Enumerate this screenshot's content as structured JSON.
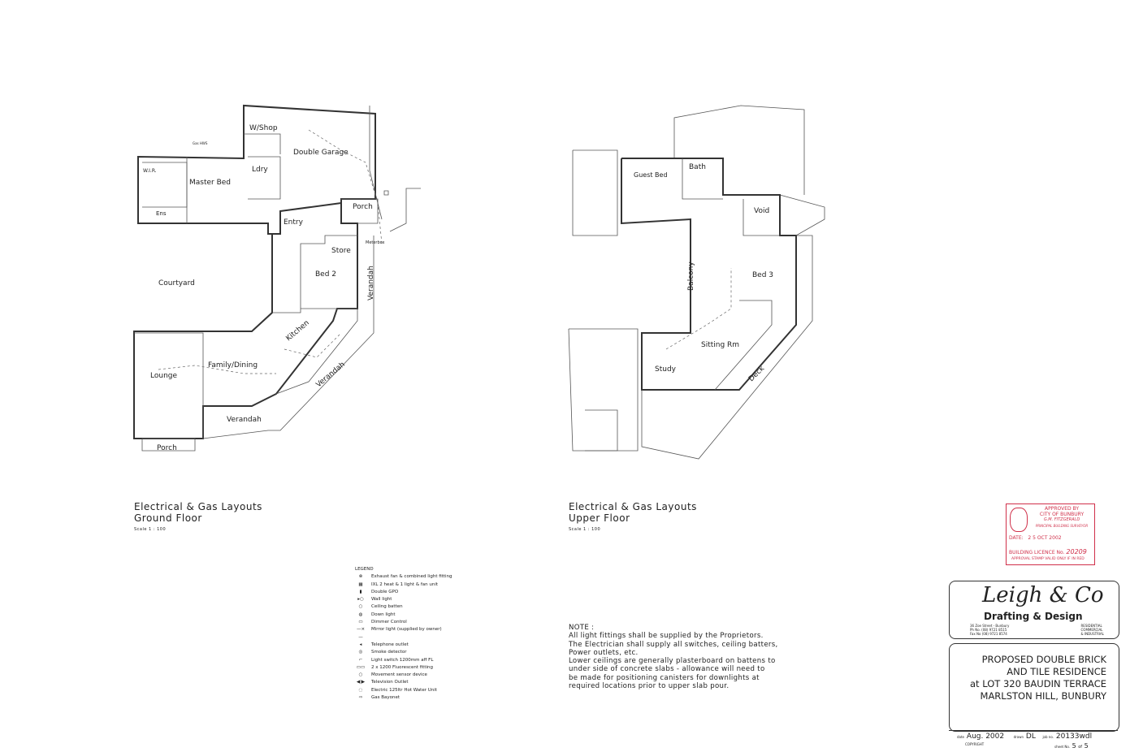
{
  "ground_floor": {
    "title": "Electrical & Gas Layouts",
    "subtitle": "Ground Floor",
    "scale": "Scale 1 : 100",
    "rooms": [
      "W/Shop",
      "Double Garage",
      "Gas HWS",
      "W.I.R.",
      "Master Bed",
      "Ldry",
      "Ens",
      "Porch",
      "Entry",
      "Meterbox",
      "Store",
      "Bed 2",
      "Verandah",
      "Courtyard",
      "Kitchen",
      "Family/Dining",
      "Lounge",
      "Verandah",
      "Verandah",
      "Porch"
    ]
  },
  "upper_floor": {
    "title": "Electrical & Gas Layouts",
    "subtitle": "Upper Floor",
    "scale": "Scale 1 : 100",
    "rooms": [
      "Guest Bed",
      "Bath",
      "Void",
      "Balcony",
      "Bed 3",
      "Sitting Rm",
      "Study",
      "Deck"
    ]
  },
  "legend": {
    "title": "LEGEND",
    "items": [
      {
        "symbol": "⊗",
        "label": "Exhaust fan & combined light fitting"
      },
      {
        "symbol": "▦",
        "label": "IXL 2 heat & 1 light & fan unit"
      },
      {
        "symbol": "▮",
        "label": "Double GPO"
      },
      {
        "symbol": "▸○",
        "label": "Wall light"
      },
      {
        "symbol": "○",
        "label": "Ceiling batten"
      },
      {
        "symbol": "◍",
        "label": "Down light"
      },
      {
        "symbol": "▭",
        "label": "Dimmer Control"
      },
      {
        "symbol": "—×—",
        "label": "Mirror light (supplied by owner)"
      },
      {
        "symbol": "◂",
        "label": "Telephone outlet"
      },
      {
        "symbol": "◎",
        "label": "Smoke detector"
      },
      {
        "symbol": "⌐",
        "label": "Light switch 1200mm aff FL"
      },
      {
        "symbol": "▭▭",
        "label": "2 x 1200 Fluorescent fitting"
      },
      {
        "symbol": "○",
        "label": "Movement sensor device"
      },
      {
        "symbol": "◀|▶",
        "label": "Television Outlet"
      },
      {
        "symbol": "◌",
        "label": "Electric 125ltr Hot Water Unit"
      },
      {
        "symbol": "⇨",
        "label": "Gas Bayonet"
      }
    ]
  },
  "note": {
    "heading": "NOTE :",
    "lines": [
      "All light fittings shall be supplied by the Proprietors.",
      "The Electrician shall supply all switches, ceiling batters,",
      "Power outlets, etc.",
      "Lower ceilings are generally plasterboard on battens to",
      "under side of concrete slabs - allowance will need to",
      "be made for positioning canisters for downlights at",
      "required locations prior to upper slab pour."
    ]
  },
  "stamp": {
    "line1": "APPROVED BY",
    "line2": "CITY OF BUNBURY",
    "line3": "G.M. FITZGERALD",
    "line4": "PRINCIPAL BUILDING SURVEYOR",
    "date_label": "DATE:",
    "date": "2 5 OCT 2002",
    "licence_label": "BUILDING LICENCE No.",
    "licence_no": "20209",
    "footer": "APPROVAL STAMP VALID ONLY IF IN RED",
    "color": "#d0304a"
  },
  "title_block": {
    "logo": "Leigh & Co",
    "company": "Drafting & Design",
    "address": [
      "36 Zoe Street - Bunbury",
      "Ph No. (08) 9721 8515",
      "Fax No (08) 9721 8574"
    ],
    "services": [
      "RESIDENTIAL",
      "COMMERCIAL",
      "& INDUSTRIAL"
    ],
    "project": [
      "PROPOSED DOUBLE BRICK",
      "AND TILE RESIDENCE",
      "at LOT 320 BAUDIN TERRACE",
      "MARLSTON HILL, BUNBURY"
    ],
    "date_label": "date",
    "date": "Aug. 2002",
    "drawn_label": "drawn",
    "drawn": "DL",
    "job_label": "job no.",
    "job": "20133wdl",
    "copyright": "COPYRIGHT",
    "sheet_label": "sheet No.",
    "sheet": "5",
    "of": "of",
    "sheets": "5"
  }
}
